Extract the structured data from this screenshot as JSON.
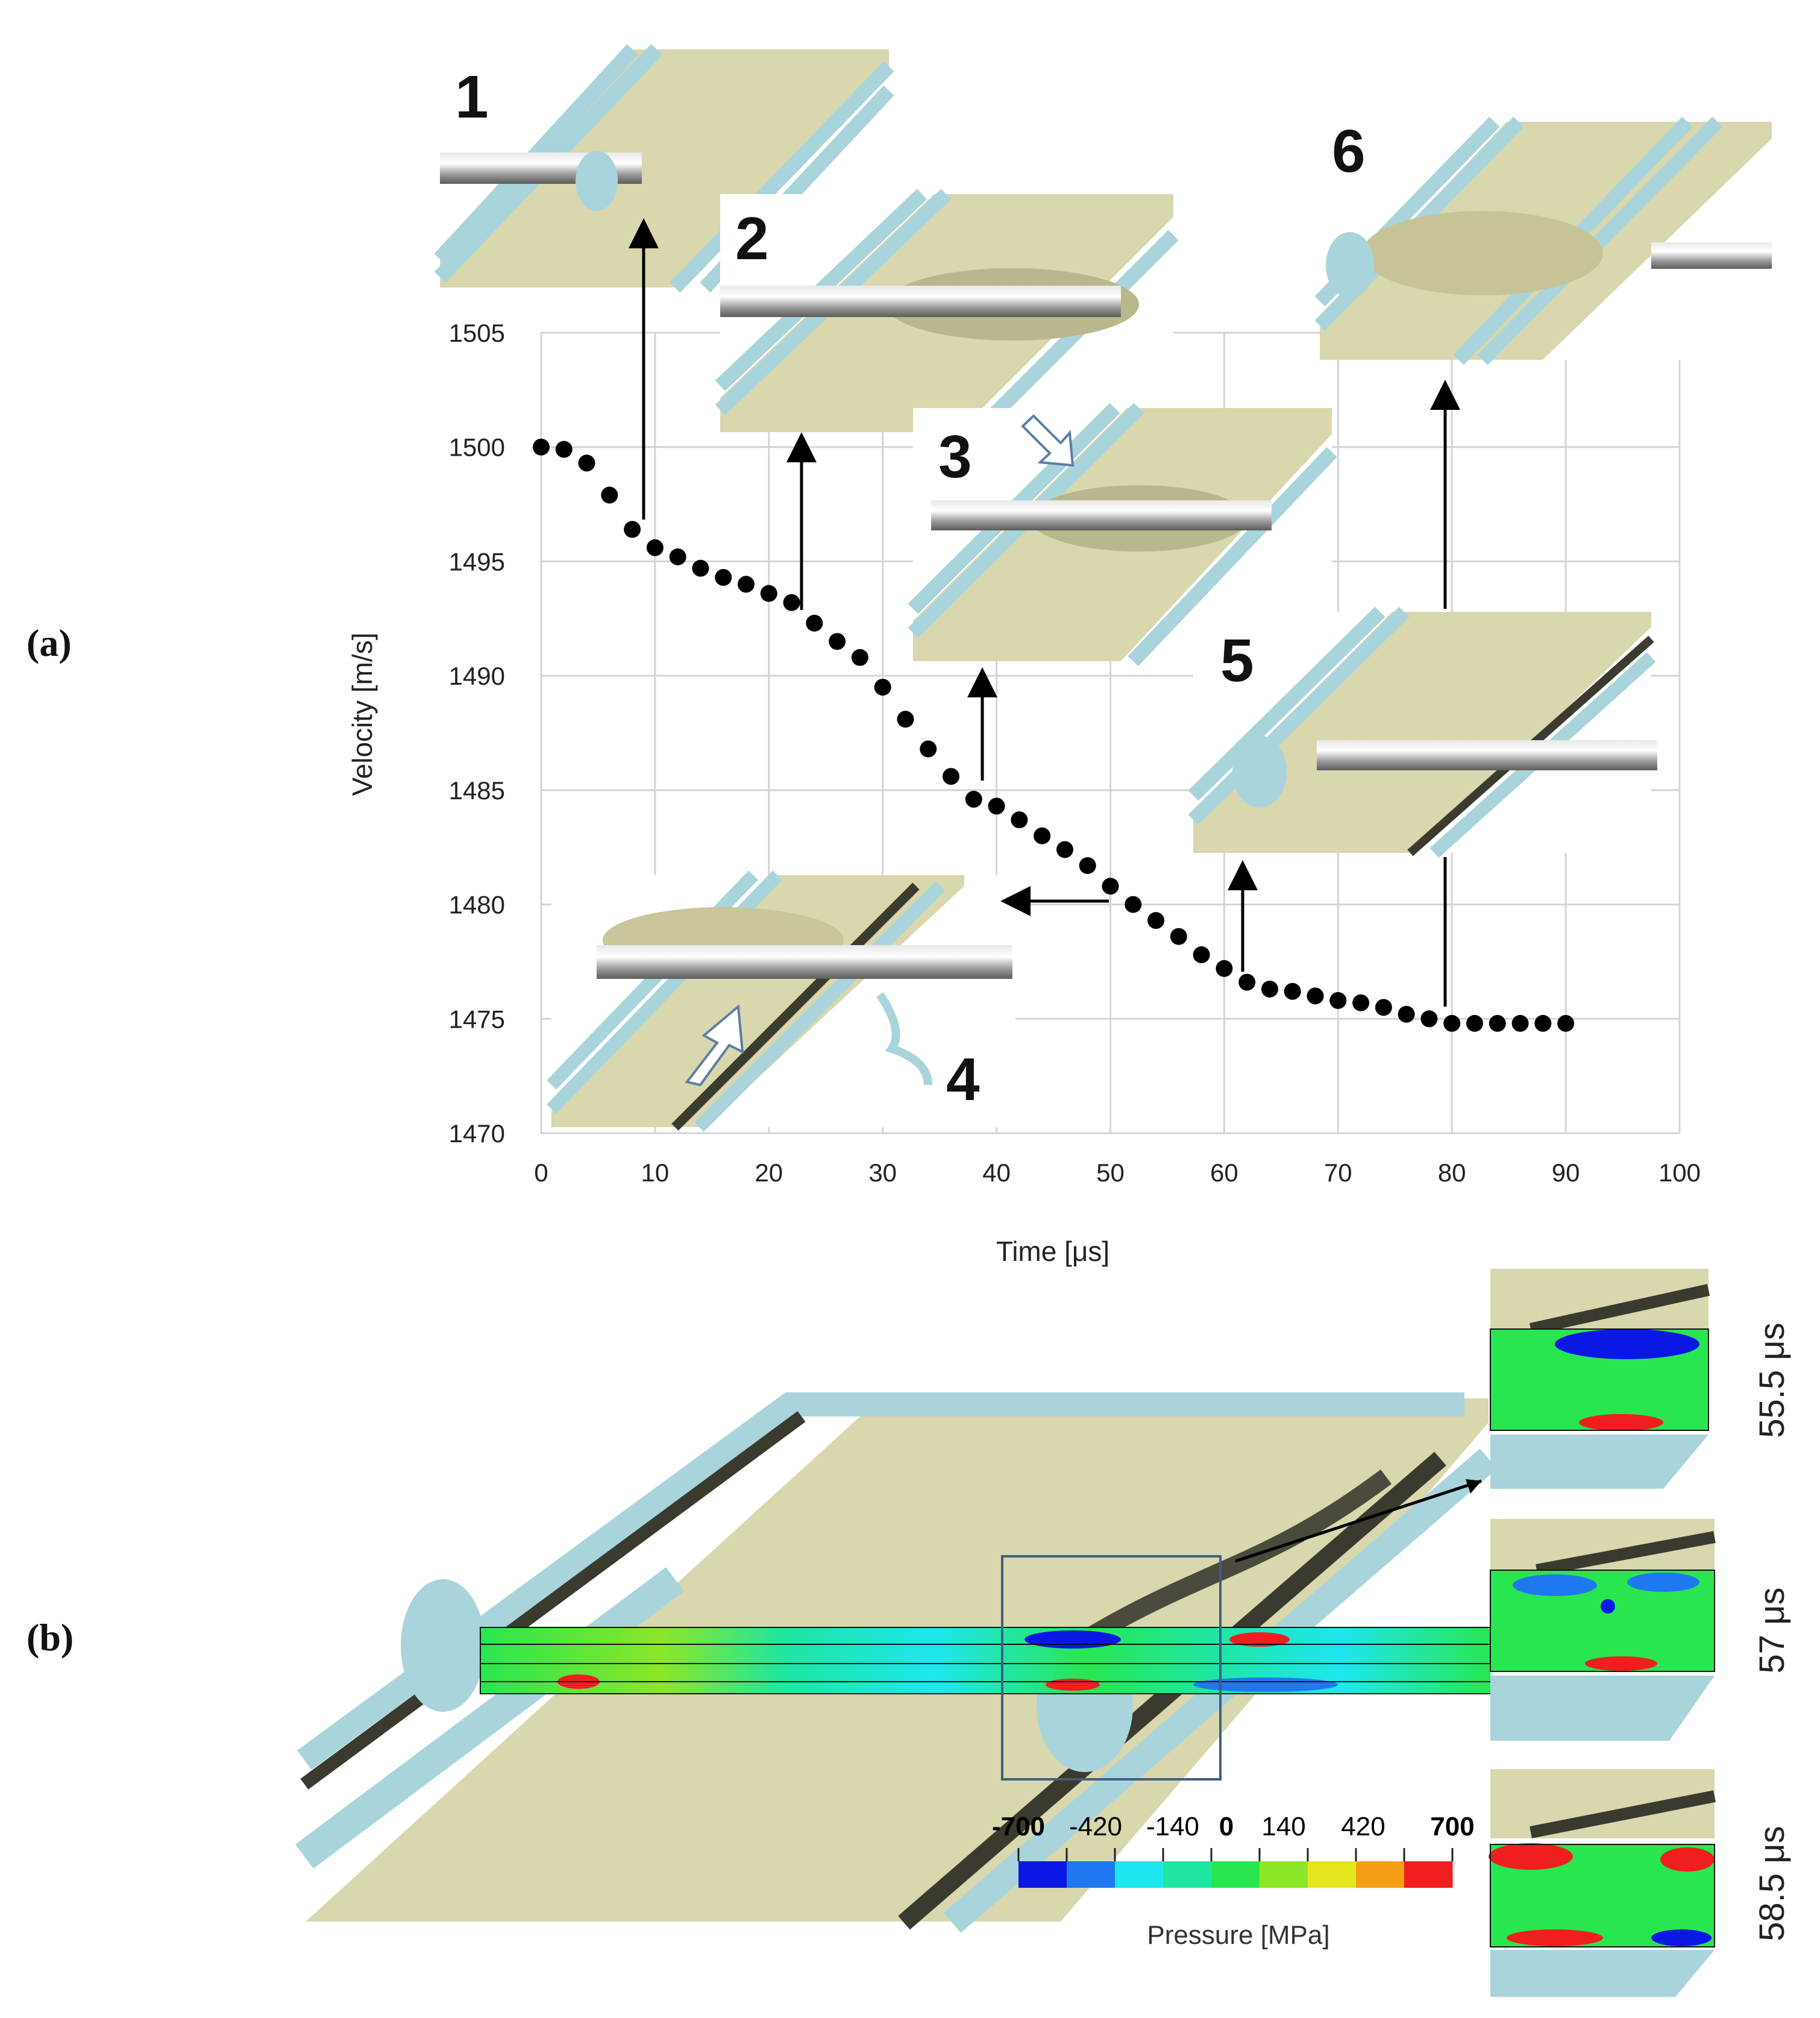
{
  "figure": {
    "panel_a_label": "(a)",
    "panel_b_label": "(b)"
  },
  "chart_data": {
    "type": "scatter",
    "xlabel": "Time [μs]",
    "ylabel": "Velocity [m/s]",
    "xlim": [
      0,
      100
    ],
    "ylim": [
      1470,
      1505
    ],
    "xticks": [
      "0",
      "10",
      "20",
      "30",
      "40",
      "50",
      "60",
      "70",
      "80",
      "90",
      "100"
    ],
    "yticks": [
      "1470",
      "1475",
      "1480",
      "1485",
      "1490",
      "1495",
      "1500",
      "1505"
    ],
    "grid": true,
    "series": [
      {
        "x": [
          0,
          2,
          4,
          6,
          8,
          10,
          12,
          14,
          16,
          18,
          20,
          22,
          24,
          26,
          28,
          30,
          32,
          34,
          36,
          38,
          40,
          42,
          44,
          46,
          48,
          50,
          52,
          54,
          56,
          58,
          60,
          62,
          64,
          66,
          68,
          70,
          72,
          74,
          76,
          78,
          80,
          82,
          84,
          86,
          88,
          90
        ],
        "y": [
          1500,
          1499.9,
          1499.3,
          1497.9,
          1496.4,
          1495.6,
          1495.2,
          1494.7,
          1494.3,
          1494.0,
          1493.6,
          1493.2,
          1492.3,
          1491.5,
          1490.8,
          1489.5,
          1488.1,
          1486.8,
          1485.6,
          1484.6,
          1484.3,
          1483.7,
          1483.0,
          1482.4,
          1481.7,
          1480.8,
          1480.0,
          1479.3,
          1478.6,
          1477.8,
          1477.2,
          1476.6,
          1476.3,
          1476.2,
          1476.0,
          1475.8,
          1475.7,
          1475.5,
          1475.2,
          1475.0,
          1474.8,
          1474.8,
          1474.8,
          1474.8,
          1474.8,
          1474.8
        ]
      }
    ],
    "annotations": [
      "1",
      "2",
      "3",
      "4",
      "5",
      "6"
    ]
  },
  "panel_b": {
    "time_labels": [
      "55.5 μs",
      "57 μs",
      "58.5 μs"
    ],
    "colorbar": {
      "title": "Pressure [MPa]",
      "ticks": [
        "-700",
        "-420",
        "-140",
        "0",
        "140",
        "420",
        "700"
      ],
      "colors": [
        "#0a18e6",
        "#1e78f0",
        "#1ee6f0",
        "#1ee6a0",
        "#28e650",
        "#8ce628",
        "#e6e61e",
        "#f5a014",
        "#f01e1e"
      ]
    }
  }
}
